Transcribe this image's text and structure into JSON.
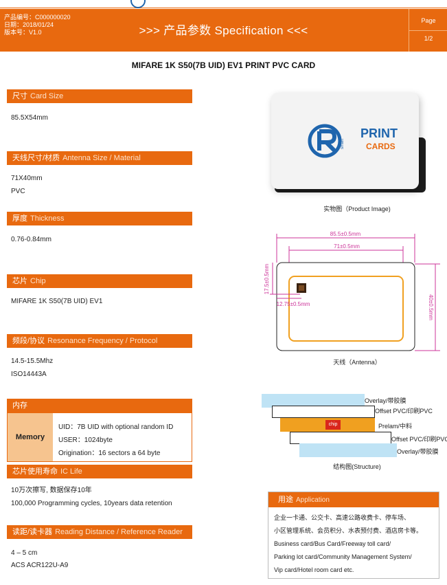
{
  "header": {
    "product_no": "产品编号：C000000020",
    "date": "日期：2018/01/24",
    "version": "版本号：V1.0",
    "title": ">>> 产品参数 Specification <<<",
    "page_label": "Page",
    "page_num": "1/2"
  },
  "product_title": "MIFARE 1K S50(7B UID) EV1 PRINT PVC CARD",
  "sections": {
    "card_size": {
      "cn": "尺寸",
      "en": "Card Size",
      "values": [
        "85.5X54mm"
      ]
    },
    "antenna": {
      "cn": "天线尺寸/材质",
      "en": "Antenna Size / Material",
      "values": [
        "71X40mm",
        "PVC"
      ]
    },
    "thickness": {
      "cn": "厚度",
      "en": "Thickness",
      "values": [
        "0.76-0.84mm"
      ]
    },
    "chip": {
      "cn": "芯片",
      "en": "Chip",
      "values": [
        "MIFARE 1K S50(7B UID) EV1"
      ]
    },
    "frequency": {
      "cn": "频段/协议",
      "en": "Resonance Frequency / Protocol",
      "values": [
        "14.5-15.5Mhz",
        "ISO14443A"
      ]
    },
    "memory": {
      "cn": "内存",
      "label": "Memory",
      "lines": [
        "UID：7B UID with optional random ID",
        "USER：1024byte",
        "Origination：16 sectors a 64 byte"
      ]
    },
    "ic_life": {
      "cn": "芯片使用寿命",
      "en": "IC Life",
      "values": [
        "10万次擦写, 数据保存10年",
        "100,000 Programming cycles, 10years data retention"
      ]
    },
    "reading": {
      "cn": "读距/读卡器",
      "en": "Reading Distance / Reference Reader",
      "values": [
        "4 – 5 cm",
        "ACS ACR122U-A9"
      ]
    }
  },
  "product_image": {
    "caption": "实物图（Product Image)",
    "logo_word1": "PRINT",
    "logo_word2": "CARDS",
    "logo_small": "smart"
  },
  "antenna_diagram": {
    "caption": "天线（Antenna）",
    "dim_card_width": "85.5±0.5mm",
    "dim_antenna_width": "71±0.5mm",
    "dim_left_top": "17.5±0.5mm",
    "dim_chip": "12.75±0.5mm",
    "dim_height": "40±0.5mm"
  },
  "structure": {
    "caption": "结构图(Structure)",
    "layers": [
      "Overlay/带胶膜",
      "Offset PVC/印刷PVC",
      "Prelam/中料",
      "Offset PVC/印刷PVC",
      "Overlay/带胶膜"
    ],
    "chip_label": "chip"
  },
  "application": {
    "cn": "用途",
    "en": "Application",
    "lines": [
      "企业一卡通、公交卡、高速公路收费卡、停车场、",
      "小区管理系统、会员积分、水表预付费、酒店房卡等。",
      "Business card/Bus Card/Freeway toll card/",
      "Parking lot card/Community Management System/",
      "Vip card/Hotel room card etc."
    ]
  },
  "colors": {
    "accent": "#e8690f",
    "accent_light": "#f6c48f",
    "diagram_pink": "#cc3399",
    "antenna_orange": "#f0a020",
    "overlay_blue": "#bfe3f5",
    "logo_blue": "#1f65ad",
    "logo_green": "#3aaa35"
  }
}
